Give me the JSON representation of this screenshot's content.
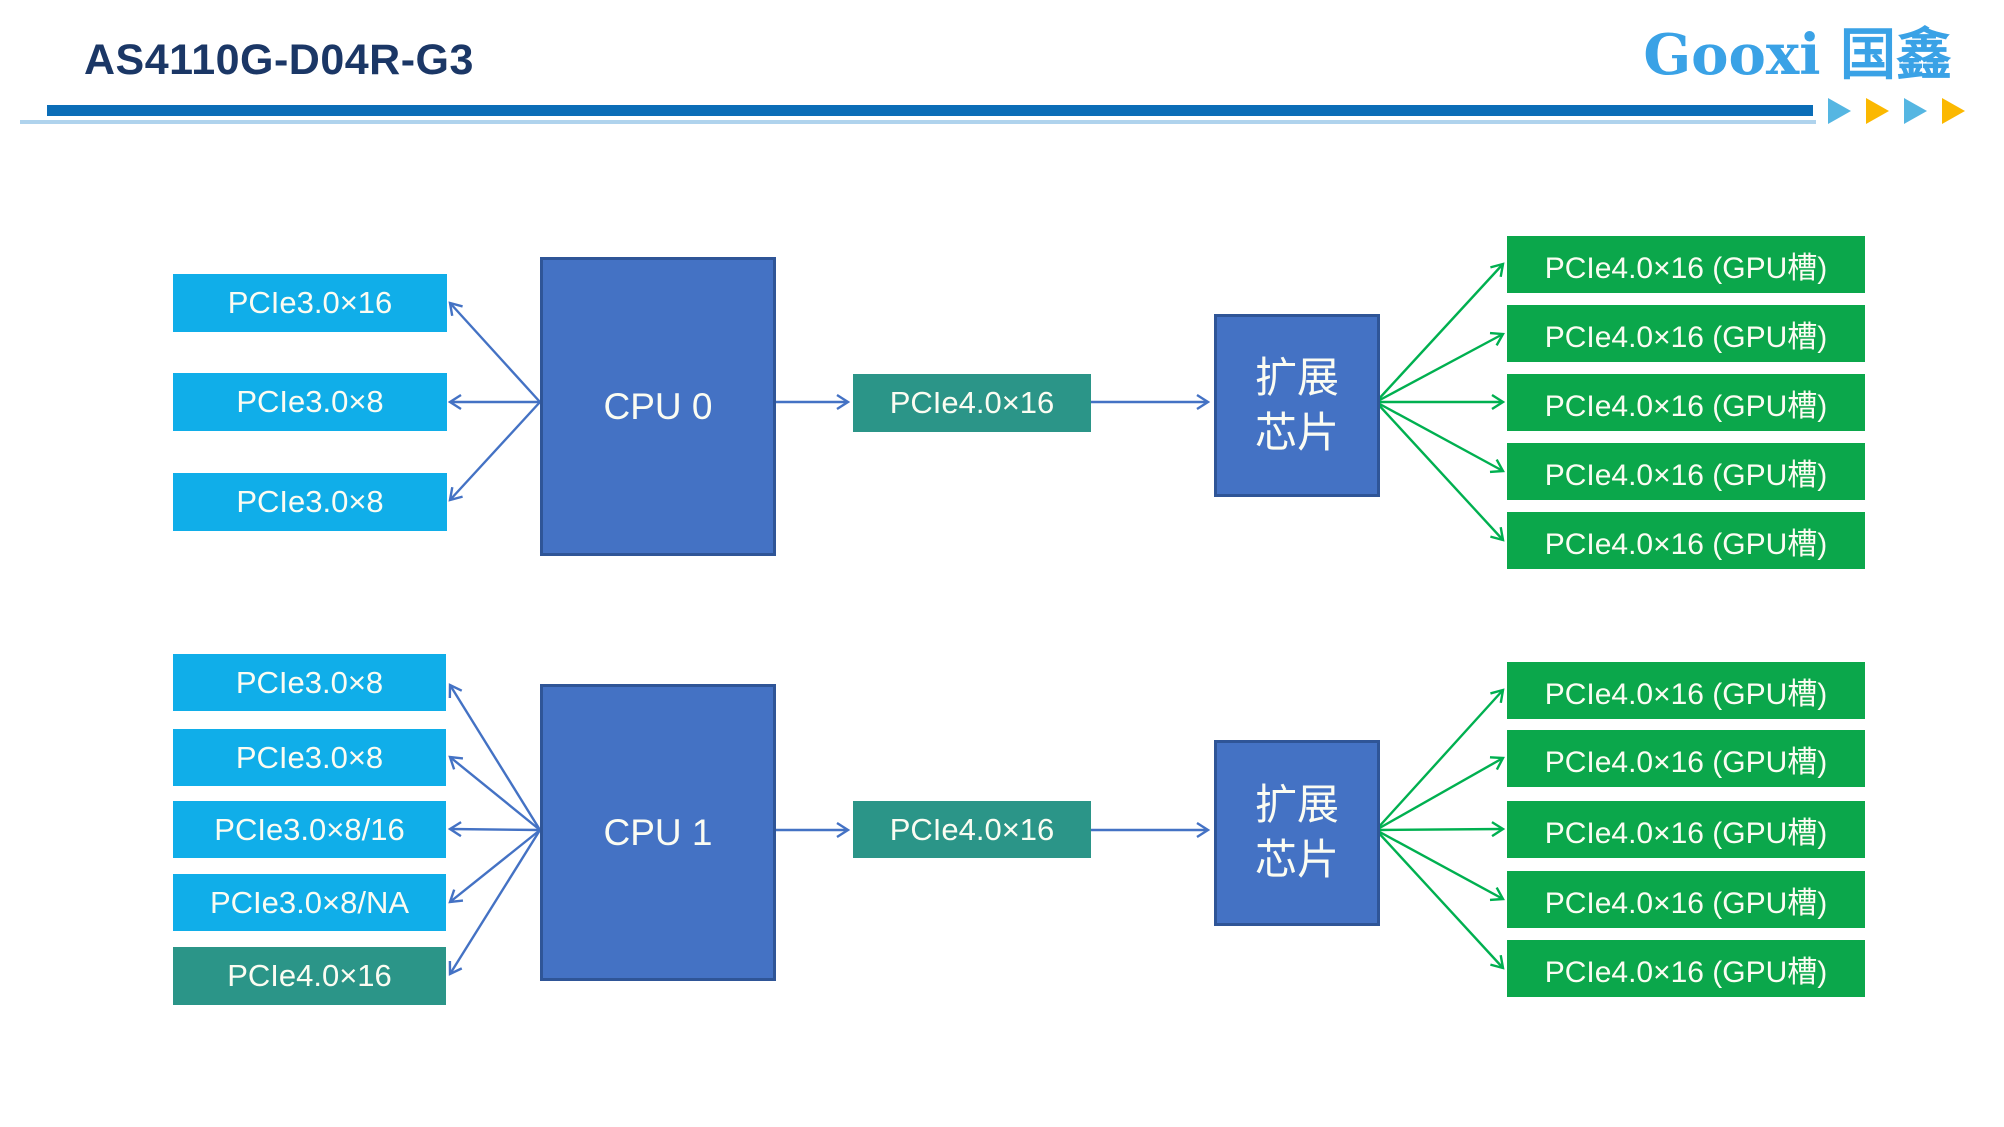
{
  "header": {
    "title": "AS4110G-D04R-G3",
    "logo_text": "Gooxi 国鑫"
  },
  "colors": {
    "title_navy": "#1B3766",
    "header_rule_blue": "#0B6DB7",
    "logo_blue": "#3AA2E6",
    "decor_triangle_blue": "#55B6E2",
    "decor_triangle_orange": "#FBB800",
    "slot_cyan": "#10AEE9",
    "slot_teal": "#2B9588",
    "slot_green": "#0BA74B",
    "cpu_blue": "#4472C4",
    "arrow_blue": "#4472C4",
    "arrow_green": "#00B050"
  },
  "sections": [
    {
      "cpu_label": "CPU 0",
      "left_slots": [
        "PCIe3.0×16",
        "PCIe3.0×8",
        "PCIe3.0×8"
      ],
      "link_label": "PCIe4.0×16",
      "expander_line1": "扩展",
      "expander_line2": "芯片",
      "gpu_slots": [
        "PCIe4.0×16 (GPU槽)",
        "PCIe4.0×16 (GPU槽)",
        "PCIe4.0×16 (GPU槽)",
        "PCIe4.0×16 (GPU槽)",
        "PCIe4.0×16 (GPU槽)"
      ]
    },
    {
      "cpu_label": "CPU 1",
      "left_slots": [
        "PCIe3.0×8",
        "PCIe3.0×8",
        "PCIe3.0×8/16",
        "PCIe3.0×8/NA",
        "PCIe4.0×16"
      ],
      "link_label": "PCIe4.0×16",
      "expander_line1": "扩展",
      "expander_line2": "芯片",
      "gpu_slots": [
        "PCIe4.0×16 (GPU槽)",
        "PCIe4.0×16 (GPU槽)",
        "PCIe4.0×16 (GPU槽)",
        "PCIe4.0×16 (GPU槽)",
        "PCIe4.0×16 (GPU槽)"
      ]
    }
  ]
}
